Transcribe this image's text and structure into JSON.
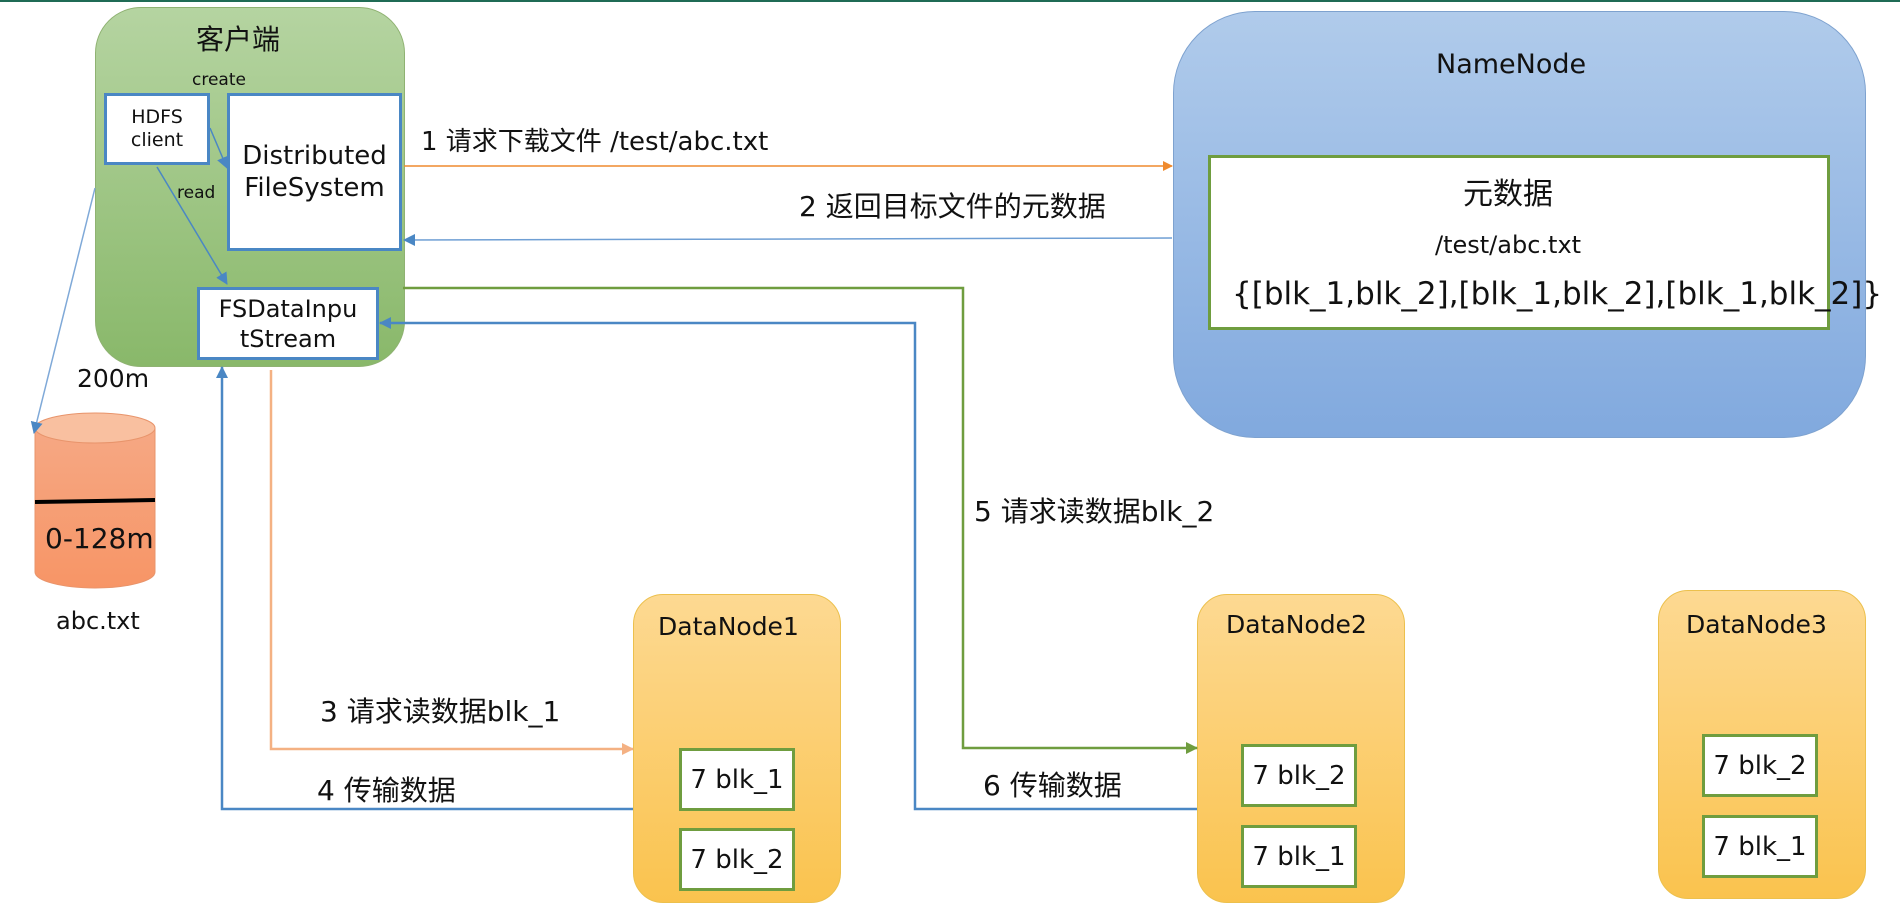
{
  "client": {
    "title": "客户端",
    "hdfs_client": "HDFS\nclient",
    "dfs": "Distributed\nFileSystem",
    "fsdis": "FSDataInpu\ntStream",
    "create_label": "create",
    "read_label": "read"
  },
  "file": {
    "size_label": "200m",
    "block_label": "0-128m",
    "name": "abc.txt"
  },
  "namenode": {
    "title": "NameNode",
    "metadata_title": "元数据",
    "path": "/test/abc.txt",
    "blocks": "{[blk_1,blk_2],[blk_1,blk_2],[blk_1,blk_2]}"
  },
  "steps": {
    "s1": "1 请求下载文件 /test/abc.txt",
    "s2": "2 返回目标文件的元数据",
    "s3": "3 请求读数据blk_1",
    "s4": "4 传输数据",
    "s5": "5 请求读数据blk_2",
    "s6": "6 传输数据"
  },
  "datanodes": [
    {
      "name": "DataNode1",
      "blocks": [
        "7 blk_1",
        "7 blk_2"
      ]
    },
    {
      "name": "DataNode2",
      "blocks": [
        "7 blk_2",
        "7 blk_1"
      ]
    },
    {
      "name": "DataNode3",
      "blocks": [
        "7 blk_2",
        "7 blk_1"
      ]
    }
  ],
  "colors": {
    "client_green": "#9bc27f",
    "namenode_blue": "#94b8e4",
    "datanode_orange": "#fccd6c",
    "arrow_orange": "#ef8a2e",
    "arrow_blue": "#4a87c4",
    "arrow_green": "#6f9d3f",
    "arrow_peach": "#f4b183"
  }
}
